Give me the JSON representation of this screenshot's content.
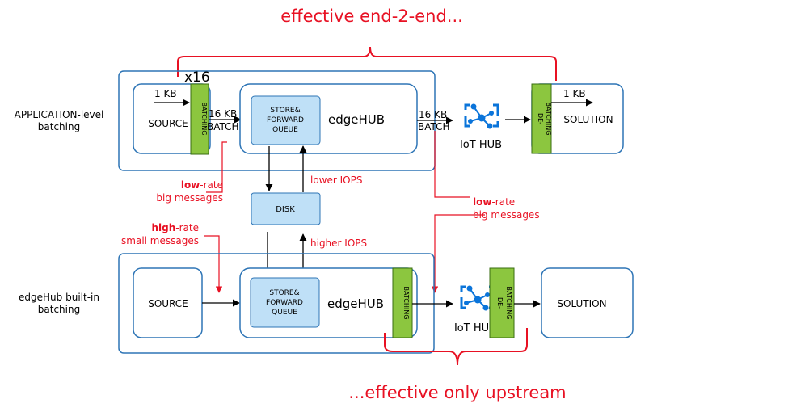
{
  "colors": {
    "frame_blue": "#2e75b6",
    "queue_fill": "#bfe0f7",
    "batch_green": "#8cc63f",
    "batch_green_stroke": "#3a6e12",
    "annot_red": "#e81123",
    "iot_icon_blue": "#0a74da"
  },
  "headline_top": "effective end-2-end...",
  "headline_bottom": "...effective only upstream",
  "app_section": {
    "label_line1": "APPLICATION-level",
    "label_line2": "batching",
    "multiplier": "x16",
    "source_label": "SOURCE",
    "batching_label": "BATCHING",
    "msg_in_size": "1 KB",
    "batch_size_1": "16 KB",
    "batch_word_1": "BATCH",
    "queue_line1": "STORE&",
    "queue_line2": "FORWARD",
    "queue_line3": "QUEUE",
    "edgehub_label": "edgeHUB",
    "batch_size_2": "16 KB",
    "batch_word_2": "BATCH",
    "iot_hub_label": "IoT HUB",
    "debatching_line1": "DE-",
    "debatching_line2": "BATCHING",
    "msg_out_size": "1 KB",
    "solution_label": "SOLUTION"
  },
  "disk_label": "DISK",
  "iops_lower": "lower IOPS",
  "iops_higher": "higher IOPS",
  "annotations": {
    "low_left_bold": "low",
    "low_left_rest": "-rate",
    "low_left_line2": "big messages",
    "low_right_bold": "low",
    "low_right_rest": "-rate",
    "low_right_line2": "big messages",
    "high_bold": "high",
    "high_rest": "-rate",
    "high_line2": "small messages"
  },
  "builtin_section": {
    "label_line1": "edgeHub built-in",
    "label_line2": "batching",
    "source_label": "SOURCE",
    "queue_line1": "STORE&",
    "queue_line2": "FORWARD",
    "queue_line3": "QUEUE",
    "edgehub_label": "edgeHUB",
    "batching_label": "BATCHING",
    "iot_hub_label": "IoT HUB",
    "debatching_line1": "DE-",
    "debatching_line2": "BATCHING",
    "solution_label": "SOLUTION"
  }
}
